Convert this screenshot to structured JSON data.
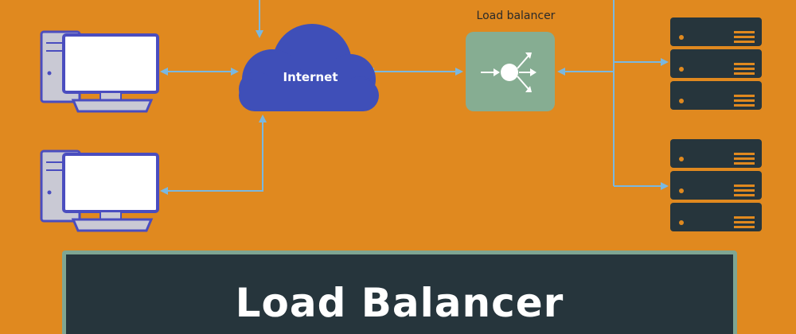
{
  "diagram": {
    "internet_label": "Internet",
    "load_balancer_label": "Load balancer"
  },
  "banner": {
    "title": "Load Balancer"
  },
  "colors": {
    "background": "#e0891f",
    "cloud": "#3f4fb8",
    "load_balancer_box": "#86ad92",
    "arrow": "#7ab8e0",
    "server": "#26353c",
    "server_accent": "#e0891f",
    "computer_frame": "#4a4dbf",
    "computer_body": "#c9c9d4",
    "banner_bg": "#26353c",
    "banner_border": "#7fa592"
  }
}
